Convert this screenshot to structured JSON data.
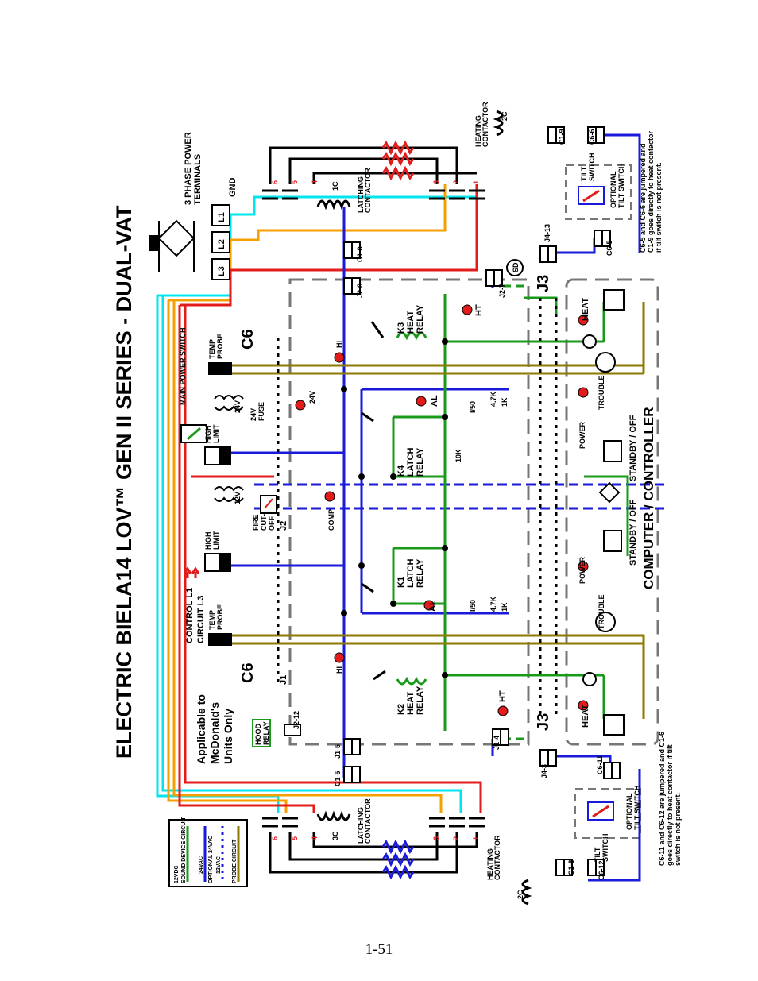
{
  "title": "ELECTRIC BIELA14 LOV™ GEN II SERIES - DUAL-VAT",
  "page_number": "1-51",
  "section_label": "COMPUTER / CONTROLLER",
  "applicability_note": [
    "Applicable to",
    "McDonald's",
    "Units Only"
  ],
  "hood_relay": [
    "HOOD",
    "RELAY"
  ],
  "colors": {
    "line1": "#00e5ee",
    "line2": "#f5a000",
    "line3": "#e21b1b",
    "v24": "#1a1adb",
    "v12": "#1a9a1a",
    "probe": "#8c7a00",
    "sound": "#1a9a1a",
    "wire": "#000000"
  },
  "legend": {
    "items": [
      "12VDC",
      "SOUND DEVICE CIRCUIT",
      "24VAC",
      "OPTIONAL 24VAC",
      "12VAC",
      "PROBE CIRCUIT"
    ]
  },
  "labels": {
    "phase_terminals": [
      "3 PHASE POWER",
      "TERMINALS"
    ],
    "gnd": "GND",
    "terminal_l1": "L1",
    "terminal_l2": "L2",
    "terminal_l3": "L3",
    "latching_contactor": [
      "LATCHING",
      "CONTACTOR"
    ],
    "heating_contactor": [
      "HEATING",
      "CONTACTOR"
    ],
    "contactor_1c": "1C",
    "contactor_3c": "3C",
    "contactor_2c": "2C",
    "tilt_switch": [
      "TILT",
      "SWITCH"
    ],
    "optional_tilt_switch": [
      "OPTIONAL",
      "TILT SWITCH"
    ],
    "note_top": [
      "C6-5 and C6-6 are jumpered and",
      "C1-9 goes directly to heat contactor",
      "if tilt switch is not present."
    ],
    "note_bottom": [
      "C6-11 and C6-12 are jumpered and C1-6",
      "goes directly to heat contactor if tilt",
      "switch is not present."
    ],
    "main_power_switch": "MAIN POWER SWITCH",
    "temp_probe": [
      "TEMP",
      "PROBE"
    ],
    "high_limit": [
      "HIGH",
      "LIMIT"
    ],
    "fuse": [
      "24V",
      "FUSE"
    ],
    "fire_cutoff": [
      "FIRE",
      "CUT-",
      "OFF"
    ],
    "control_circuit": [
      "CONTROL L1",
      "CIRCUIT   L3"
    ],
    "heat_relay": [
      "HEAT",
      "RELAY"
    ],
    "latch_relay": [
      "LATCH",
      "RELAY"
    ],
    "k1": "K1",
    "k2": "K2",
    "k3": "K3",
    "k4": "K4",
    "heat": "HEAT",
    "power": "POWER",
    "trouble": "TROUBLE",
    "standby_off": "STANDBY / OFF",
    "comp": "COMP",
    "hi": "HI",
    "al": "AL",
    "ht": "HT",
    "sd": "SD",
    "v24": "24V",
    "v12": "12V",
    "r10k": "10K",
    "r47k": "4.7K",
    "r1k": "1K",
    "i50": "I/50",
    "j1": "J1",
    "j2": "J2",
    "j3": "J3",
    "c6": "C6",
    "c1_9": "C1-9",
    "c6_6": "C6-6",
    "c6_5": "C6-5",
    "j4_13": "J4-13",
    "c1_8": "C1-8",
    "j2_8": "J2-8",
    "j2_7": "J2-7",
    "j2_12": "J2-12",
    "j1_5": "J1-5",
    "c1_5": "C1-5",
    "j1_4": "J1-4",
    "j4_3": "J4-3",
    "c6_11": "C6-11",
    "c1_6": "C1-6",
    "c6_12": "C6-12"
  }
}
